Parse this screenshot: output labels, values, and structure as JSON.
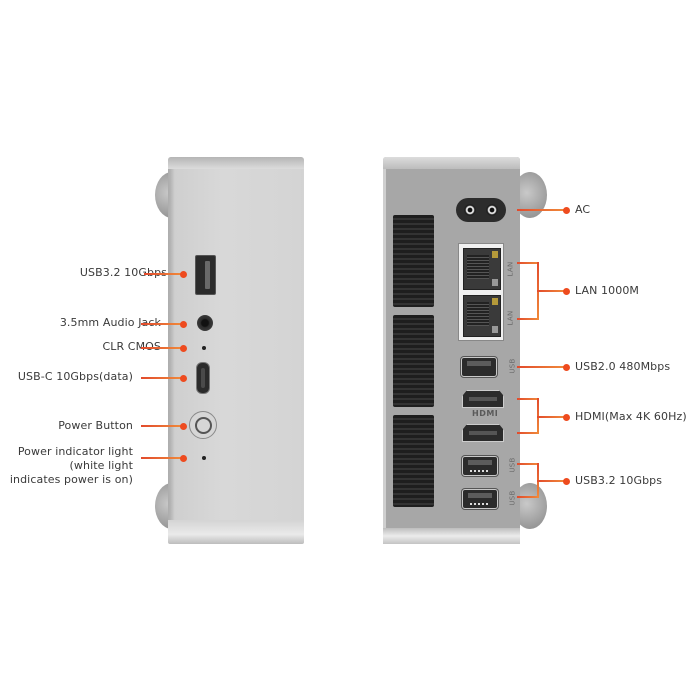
{
  "front_panel": {
    "callouts": [
      {
        "label": "USB3.2 10Gbps"
      },
      {
        "label": "3.5mm Audio Jack"
      },
      {
        "label": "CLR CMOS"
      },
      {
        "label": "USB-C 10Gbps(data)"
      },
      {
        "label": "Power Button"
      },
      {
        "label": "Power indicator light\n(white light\nindicates power is on)"
      }
    ]
  },
  "rear_panel": {
    "callouts": [
      {
        "label": "AC"
      },
      {
        "label": "LAN 1000M"
      },
      {
        "label": "USB2.0 480Mbps"
      },
      {
        "label": "HDMI(Max 4K 60Hz)"
      },
      {
        "label": "USB3.2 10Gbps"
      }
    ],
    "port_markings": {
      "lan": "LAN",
      "usb": "USB",
      "hdmi": "HDMI"
    }
  },
  "colors": {
    "callout_line": "#e24a2c",
    "callout_dot": "#ee4b1f",
    "label_text": "#3a3a3a",
    "device_front": "#d6d6d6",
    "device_rear": "#a7a7a7"
  }
}
